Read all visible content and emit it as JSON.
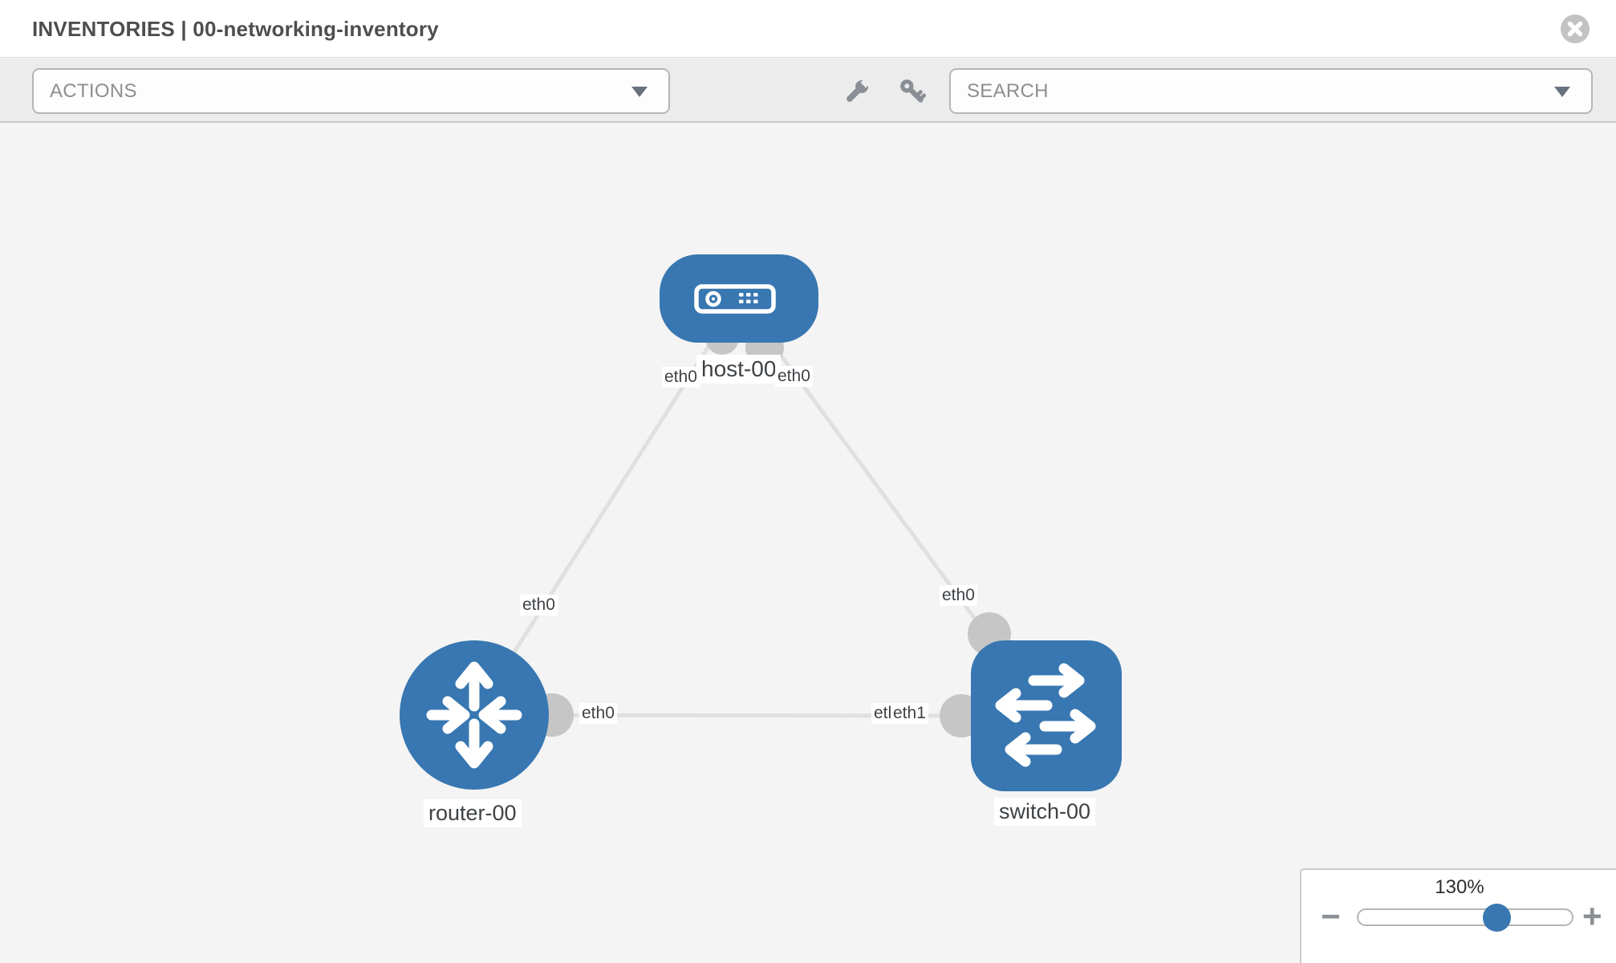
{
  "header": {
    "title": "INVENTORIES | 00-networking-inventory"
  },
  "toolbar": {
    "actions_label": "ACTIONS",
    "search_label": "SEARCH",
    "icons": [
      "wrench-icon",
      "key-icon",
      "chevron-down-icon"
    ]
  },
  "topology": {
    "nodes": [
      {
        "id": "host-00",
        "type": "host",
        "label": "host-00"
      },
      {
        "id": "router-00",
        "type": "router",
        "label": "router-00"
      },
      {
        "id": "switch-00",
        "type": "switch",
        "label": "switch-00"
      }
    ],
    "links": [
      {
        "from": "host-00",
        "to": "router-00",
        "from_interface": "eth0",
        "to_interface": "eth0"
      },
      {
        "from": "host-00",
        "to": "switch-00",
        "from_interface": "eth0",
        "to_interface": "eth0"
      },
      {
        "from": "router-00",
        "to": "switch-00",
        "from_interface": "eth0",
        "to_interface": "eth1",
        "to_interface_overlapped": "eth0"
      }
    ]
  },
  "zoom_control": {
    "level": "130%",
    "minus_symbol": "−",
    "plus_symbol": "+"
  },
  "colors": {
    "node_blue": "#3877b1",
    "link_gray": "#e0e0e0",
    "interface_gray": "#c6c6c6",
    "toolbar_bg": "#ececec",
    "canvas_bg": "#f4f4f4"
  }
}
